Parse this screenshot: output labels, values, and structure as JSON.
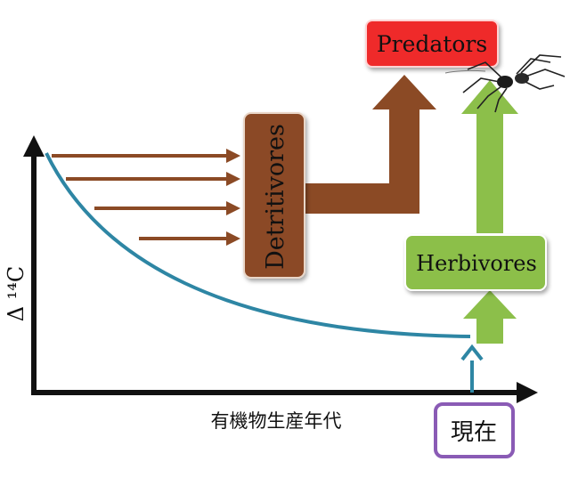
{
  "diagram": {
    "y_axis_label": "Δ ¹⁴C",
    "x_axis_label": "有機物生産年代",
    "present_label": "現在",
    "boxes": {
      "predators": "Predators",
      "detritivores": "Detritivores",
      "herbivores": "Herbivores"
    },
    "icons": {
      "predator_image": "spider-icon"
    },
    "colors": {
      "curve": "#2e86a4",
      "brown": "#8b4a25",
      "green": "#8cbf4a",
      "red": "#ef2b2b",
      "present_border": "#8a5bb5",
      "axis": "#111111"
    }
  }
}
